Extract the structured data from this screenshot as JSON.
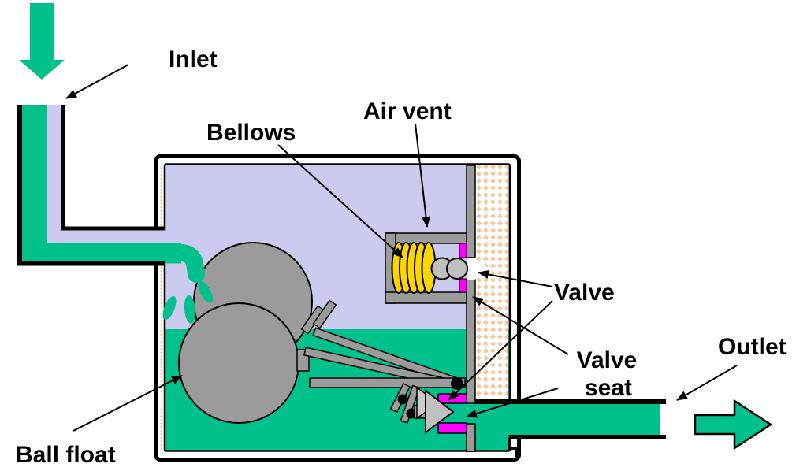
{
  "labels": {
    "inlet": "Inlet",
    "bellows": "Bellows",
    "air_vent": "Air vent",
    "valve": "Valve",
    "valve_seat_line1": "Valve",
    "valve_seat_line2": "seat",
    "outlet": "Outlet",
    "ball_float": "Ball float"
  },
  "colors": {
    "fluid_green": "#00C18C",
    "steam_lavender": "#CBCBF0",
    "component_gray": "#9B9B9B",
    "light_gray": "#C0C0C0",
    "ghost_gray": "#CACACA",
    "bellows_yellow": "#FFD500",
    "seat_magenta": "#FF00FF",
    "strainer_orange": "#F6C89E",
    "outline_black": "#000000"
  }
}
